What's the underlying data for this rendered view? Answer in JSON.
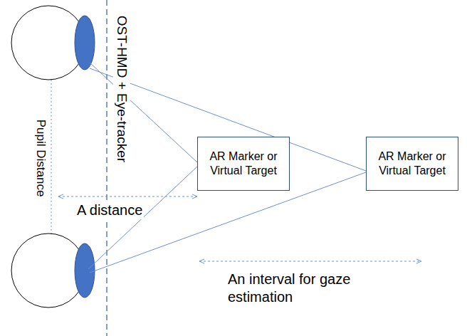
{
  "diagram": {
    "nodes": [
      {
        "text": [
          "AR Marker or Virtual Target"
        ]
      },
      {
        "text": [
          "AR Marker or Virtual Target"
        ]
      }
    ],
    "labels": [
      "OST-HMD + Eye-tracker",
      "Pupil Distance",
      "A distance",
      "An interval for gaze estimation"
    ]
  }
}
